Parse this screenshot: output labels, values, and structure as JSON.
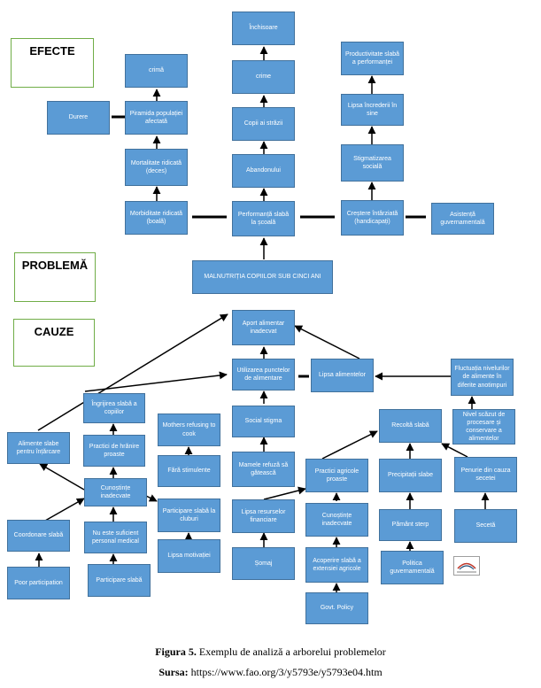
{
  "labels": {
    "efecte": "EFECTE",
    "problema": "PROBLEMĂ",
    "cauze": "CAUZE"
  },
  "nodes": {
    "inchisoare": "Închisoare",
    "crima_top": "crime",
    "copii_strazi": "Copii ai străzii",
    "abandonului": "Abandonului",
    "crima_left": "crimă",
    "piramida": "Piramida populației afectată",
    "durere": "Durere",
    "mortalitate": "Mortalitate ridicată (deces)",
    "morbiditate": "Morbiditate ridicată (boală)",
    "performanta": "Performanță slabă la școală",
    "productivitate": "Productivitate slabă a performanței",
    "lipsa_incredere": "Lipsa încrederii în sine",
    "stigmatizare": "Stigmatizarea socială",
    "crestere_intarziata": "Creștere întârziată (handicapați)",
    "asistenta": "Asistență guvernamentală",
    "malnutritie": "MALNUTRIȚIA COPIILOR SUB CINCI ANI",
    "aport": "Aport alimentar inadecvat",
    "utilizarea": "Utilizarea punctelor de alimentare",
    "lipsa_alimentelor": "Lipsa alimentelor",
    "fluctuatia": "Fluctuația nivelurilor de alimente în diferite anotimpuri",
    "ingrijirea": "Îngrijirea slabă a copiilor",
    "mothers": "Mothers refusing to cook",
    "social_stigma": "Social stigma",
    "recolta": "Recoltă slabă",
    "nivel_scazut": "Nivel scăzut de procesare și conservare a alimentelor",
    "alimente_slabe": "Alimente slabe pentru înțărcare",
    "practici_hranire": "Practici de hrănire proaste",
    "fara_stimulente": "Fără stimulente",
    "mamele_refuza": "Mamele refuză să gătească",
    "practici_agricole": "Practici agricole proaste",
    "precipitatii": "Precipitații slabe",
    "penurie": "Penurie din cauza secetei",
    "cunostinte_left": "Cunoștințe inadecvate",
    "participare_cluburi": "Participare slabă la cluburi",
    "coordonare": "Coordonare slabă",
    "nu_este": "Nu este suficient personal medical",
    "lipsa_resurse": "Lipsa resurselor financiare",
    "cunostinte_mid": "Cunoștințe inadecvate",
    "pamant": "Pământ sterp",
    "seceta": "Secetă",
    "lipsa_motivatiei": "Lipsa motivației",
    "somaj": "Șomaj",
    "acoperire": "Acoperire slabă a extensiei agricole",
    "politica": "Politica guvernamentală",
    "poor_participation": "Poor participation",
    "participare_slaba": "Participare slabă",
    "govt_policy": "Govt. Policy"
  },
  "caption": {
    "figure_label": "Figura 5.",
    "figure_text": " Exemplu de analiză a arborelui problemelor",
    "source_label": "Sursa:",
    "source_text": " https://www.fao.org/3/y5793e/y5793e04.htm"
  },
  "colors": {
    "box_fill": "#5b9bd5",
    "box_border": "#41719c",
    "label_border": "#70ad47",
    "line": "#000000"
  },
  "icons": [
    "chart-thumbnail-icon"
  ]
}
